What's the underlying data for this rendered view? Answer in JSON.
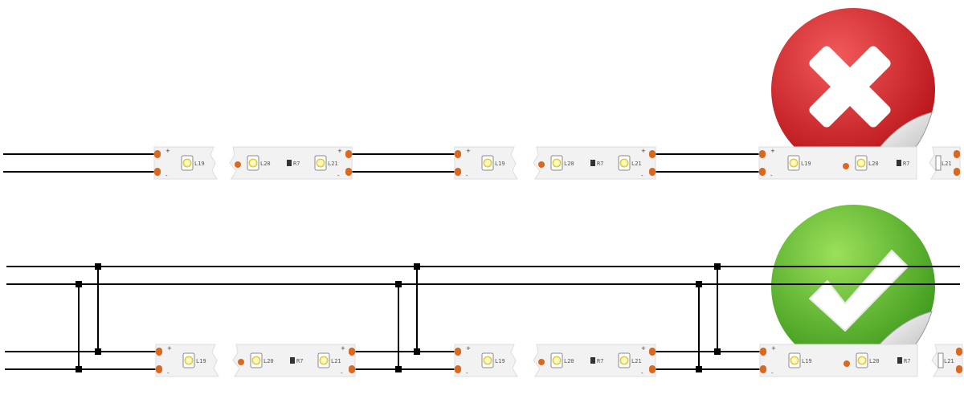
{
  "colors": {
    "wire": "#000000",
    "strip": "#f2f2f2",
    "pad": "#d9691f",
    "led": "#fff8a0",
    "wrong": "#d8262c",
    "right": "#6cc23a"
  },
  "badges": {
    "wrong": {
      "icon": "cross-icon"
    },
    "right": {
      "icon": "check-icon"
    }
  },
  "strip": {
    "led_labels": [
      "L19",
      "L20",
      "L21"
    ],
    "resistor_label": "R7",
    "plus": "+",
    "minus": "-"
  }
}
